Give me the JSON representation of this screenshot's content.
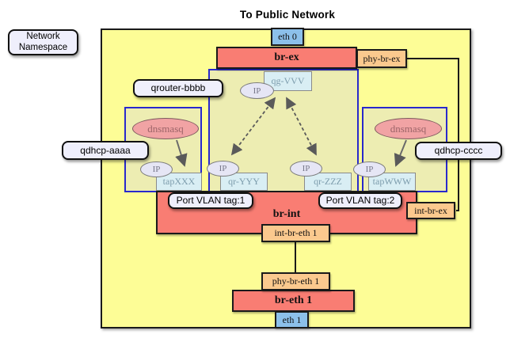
{
  "title": "To Public Network",
  "legend_label": "Network Namespace",
  "ip_label": "IP",
  "dnsmasq_label": "dnsmasq",
  "host": {
    "eth0": "eth 0",
    "br_ex": "br-ex",
    "phy_br_ex": "phy-br-ex",
    "br_int": "br-int",
    "int_br_ex": "int-br-ex",
    "int_br_eth1": "int-br-eth 1",
    "phy_br_eth1": "phy-br-eth 1",
    "br_eth1": "br-eth 1",
    "eth1": "eth 1",
    "vlan_tag_1": "Port VLAN tag:1",
    "vlan_tag_2": "Port VLAN tag:2"
  },
  "namespaces": {
    "qrouter": {
      "label": "qrouter-bbbb",
      "qg_port": "qg-VVV",
      "qr_port_1": "qr-YYY",
      "qr_port_2": "qr-ZZZ"
    },
    "qdhcp_a": {
      "label": "qdhcp-aaaa",
      "tap_port": "tapXXX"
    },
    "qdhcp_c": {
      "label": "qdhcp-cccc",
      "tap_port": "tapWWW"
    }
  },
  "colors": {
    "host_fill": "#fdfd96",
    "namespace_fill": "#ededb2",
    "namespace_border": "#2929cc",
    "bridge_fill": "#f97d73",
    "nic_fill": "#8cc0ea",
    "patch_fill": "#fbc98e",
    "port_fill": "#d9eef4",
    "ip_fill": "#e6e6f5",
    "dnsmasq_fill": "#f1a3a4",
    "callout_fill": "#efeffc"
  }
}
